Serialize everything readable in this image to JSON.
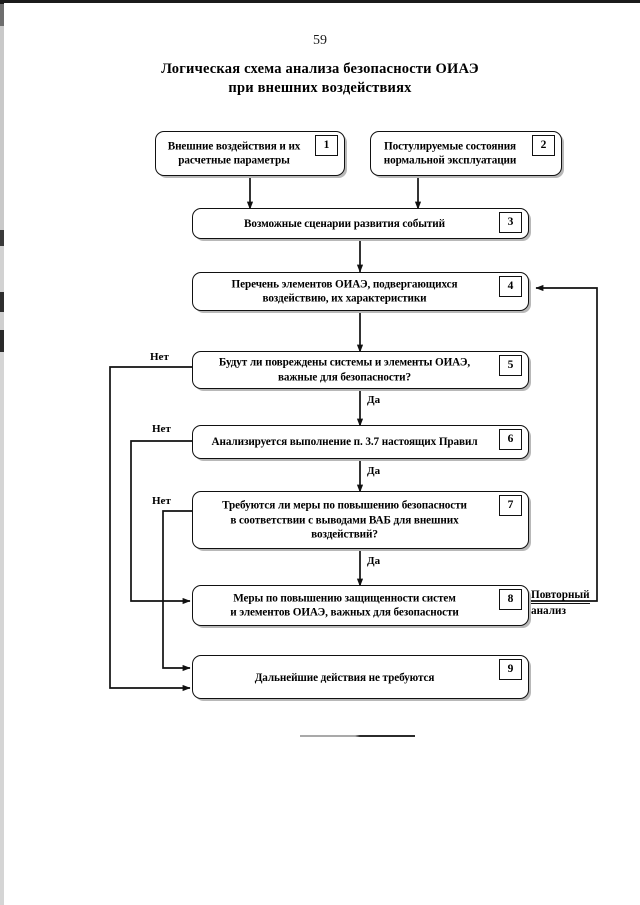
{
  "page": {
    "number": "59",
    "title_line1": "Логическая схема анализа безопасности ОИАЭ",
    "title_line2": "при внешних воздействиях"
  },
  "diagram": {
    "type": "flowchart",
    "nodes": [
      {
        "id": 1,
        "number": "1",
        "lines": [
          "Внешние воздействия и их",
          "расчетные параметры"
        ]
      },
      {
        "id": 2,
        "number": "2",
        "lines": [
          "Постулируемые состояния",
          "нормальной эксплуатации"
        ]
      },
      {
        "id": 3,
        "number": "3",
        "lines": [
          "Возможные сценарии развития событий"
        ]
      },
      {
        "id": 4,
        "number": "4",
        "lines": [
          "Перечень элементов ОИАЭ, подвергающихся",
          "воздействию, их характеристики"
        ]
      },
      {
        "id": 5,
        "number": "5",
        "lines": [
          "Будут ли повреждены системы и элементы ОИАЭ,",
          "важные для безопасности?"
        ]
      },
      {
        "id": 6,
        "number": "6",
        "lines": [
          "Анализируется выполнение п. 3.7 настоящих Правил"
        ]
      },
      {
        "id": 7,
        "number": "7",
        "lines": [
          "Требуются ли меры по повышению безопасности",
          "в соответствии с выводами ВАБ для внешних",
          "воздействий?"
        ]
      },
      {
        "id": 8,
        "number": "8",
        "lines": [
          "Меры по повышению защищенности систем",
          "и элементов ОИАЭ, важных для безопасности"
        ]
      },
      {
        "id": 9,
        "number": "9",
        "lines": [
          "Дальнейшие действия не требуются"
        ]
      }
    ],
    "edge_labels": {
      "no_from_5": "Нет",
      "no_from_6": "Нет",
      "no_from_7": "Нет",
      "yes_5_to_6": "Да",
      "yes_6_to_7": "Да",
      "yes_7_to_8": "Да"
    },
    "loop_label_line1": "Повторный",
    "loop_label_line2": "анализ",
    "edges": [
      {
        "from": 1,
        "to": 3,
        "label": ""
      },
      {
        "from": 2,
        "to": 3,
        "label": ""
      },
      {
        "from": 3,
        "to": 4,
        "label": ""
      },
      {
        "from": 4,
        "to": 5,
        "label": ""
      },
      {
        "from": 5,
        "to": 6,
        "label": "Да"
      },
      {
        "from": 5,
        "to": 9,
        "label": "Нет"
      },
      {
        "from": 6,
        "to": 7,
        "label": "Да"
      },
      {
        "from": 6,
        "to": 8,
        "label": "Нет"
      },
      {
        "from": 7,
        "to": 8,
        "label": "Да"
      },
      {
        "from": 7,
        "to": 9,
        "label": "Нет"
      },
      {
        "from": 8,
        "to": 4,
        "label": "Повторный анализ"
      }
    ]
  },
  "colors": {
    "line": "#111111",
    "text": "#000000",
    "shadow": "#b8b8b8",
    "background": "#ffffff"
  }
}
